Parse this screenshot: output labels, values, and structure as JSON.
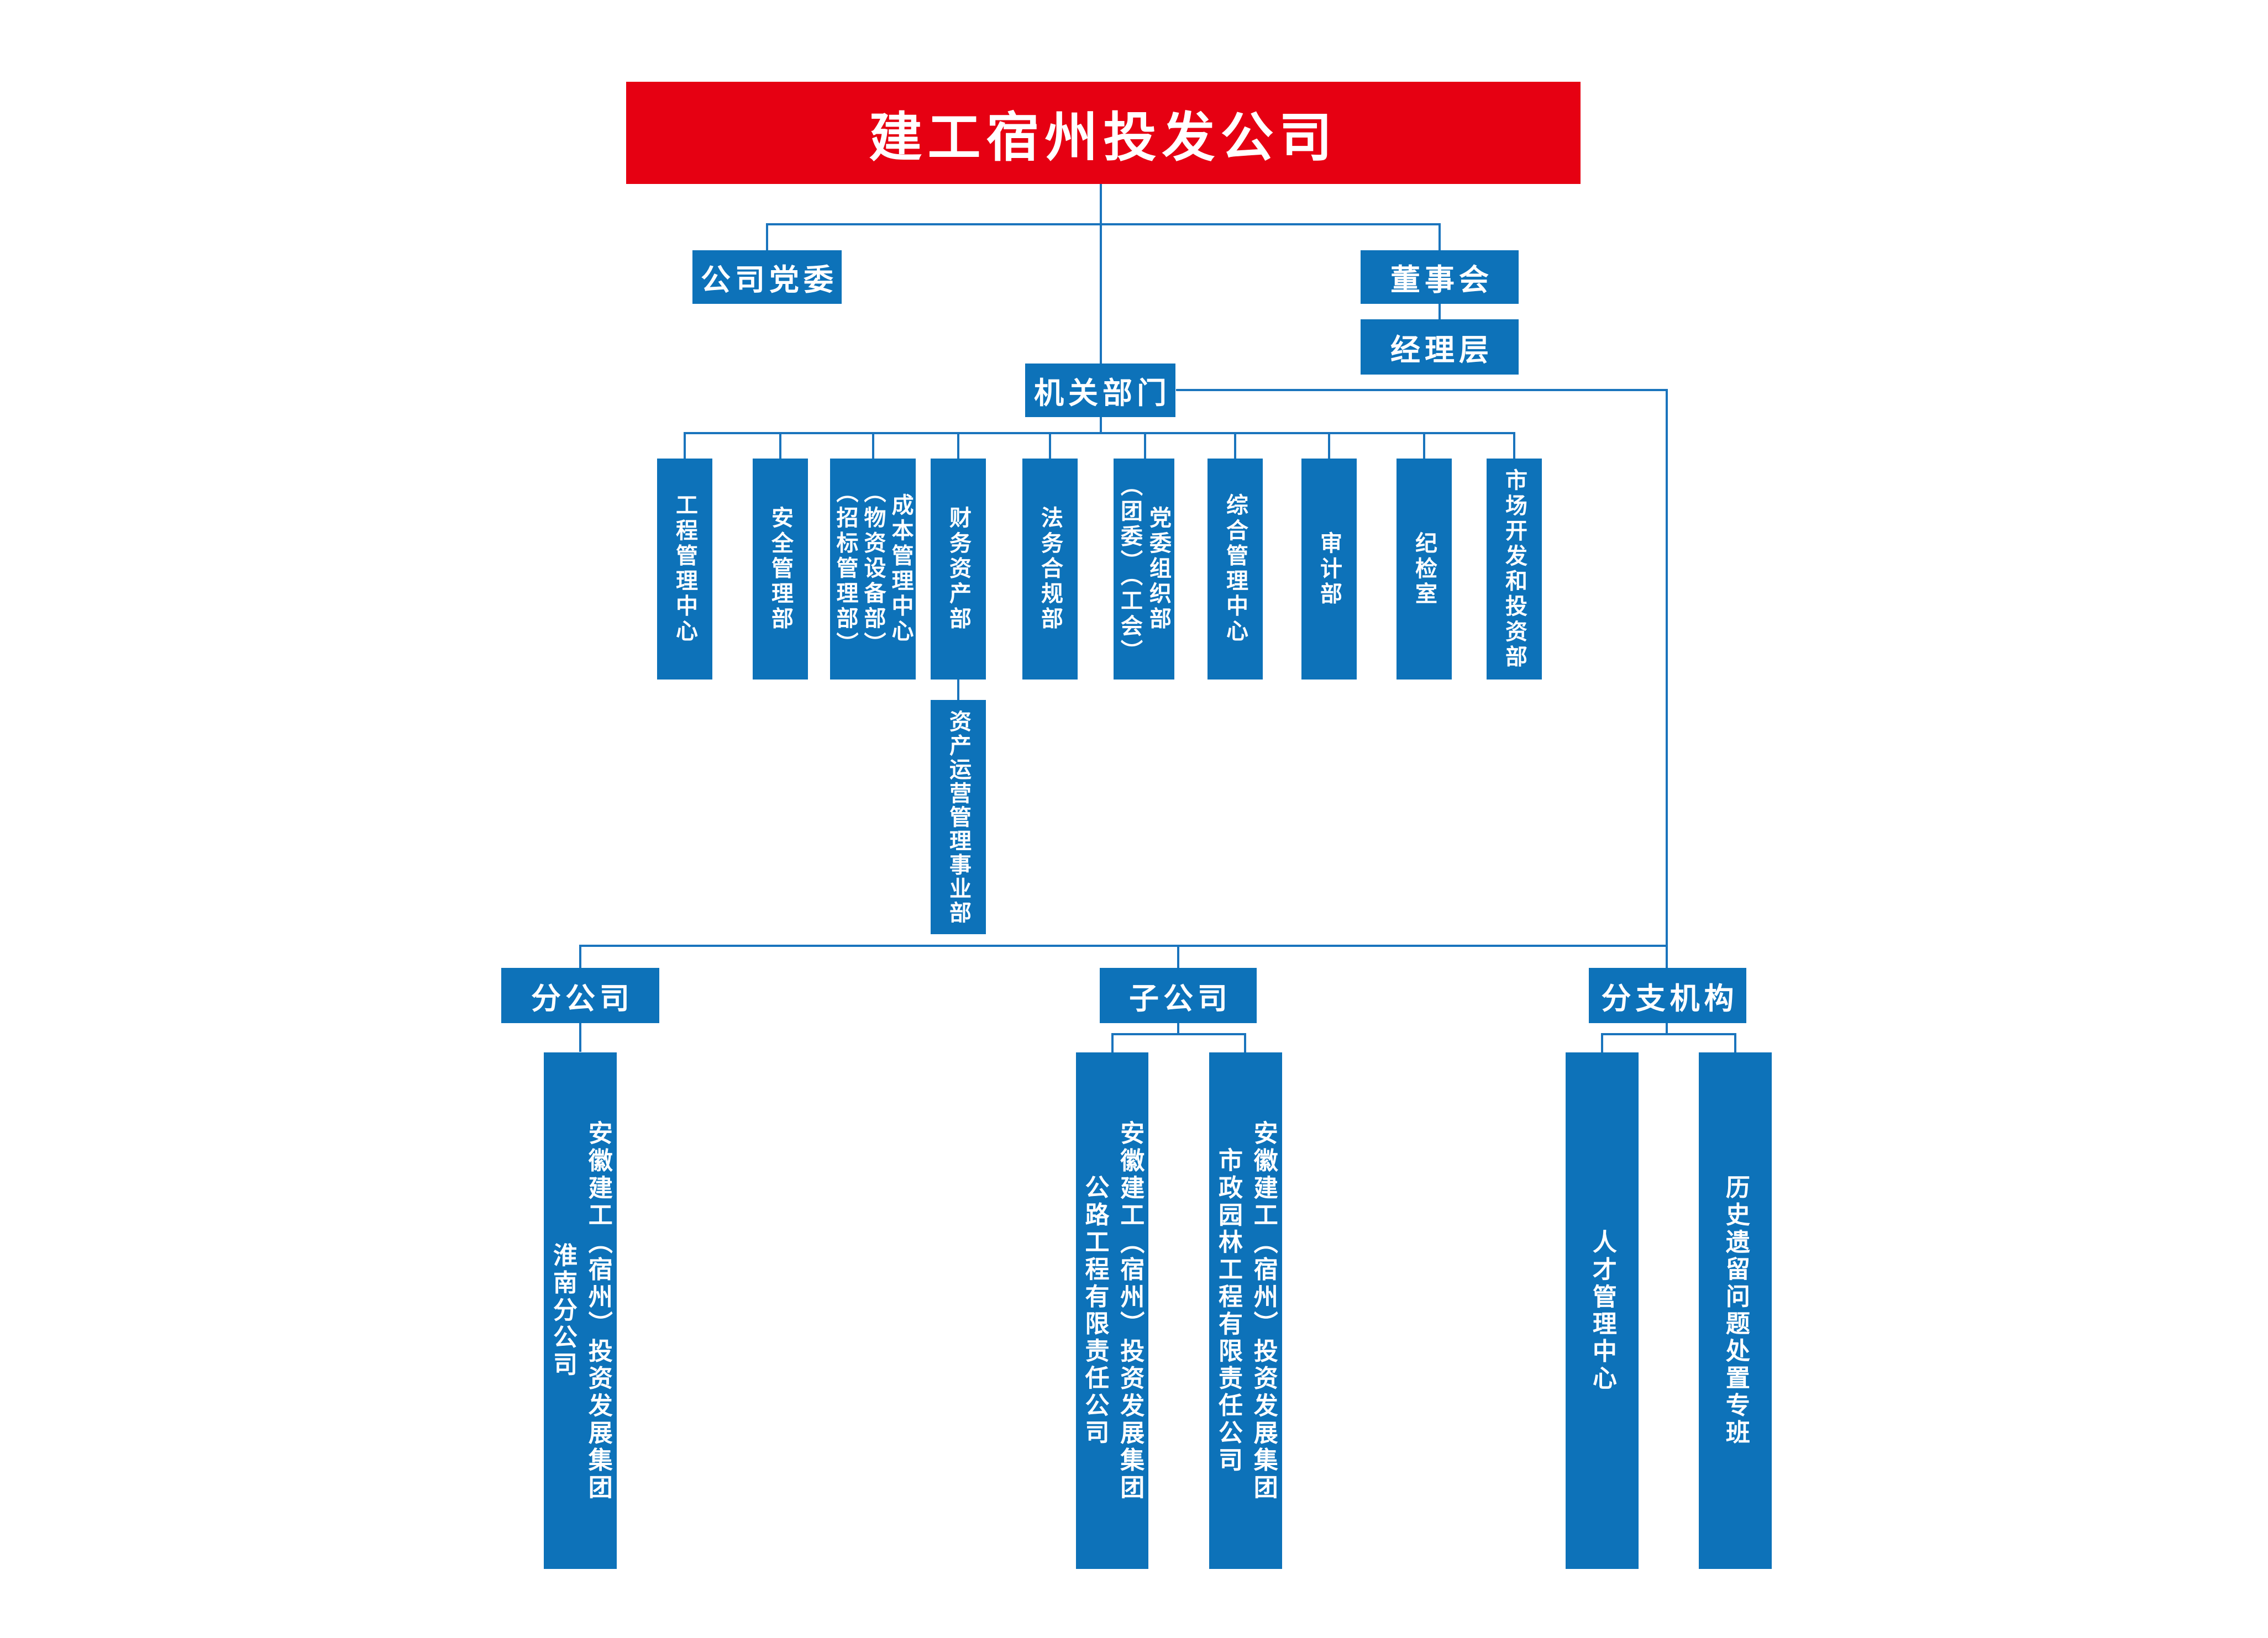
{
  "page": {
    "background": "#ffffff"
  },
  "colors": {
    "node_blue": "#0d72b9",
    "line_blue": "#1a74bd",
    "title_red": "#e60012",
    "text_white": "#ffffff"
  },
  "title": {
    "label": "建工宿州投发公司"
  },
  "level1": {
    "party": "公司党委",
    "board": "董事会",
    "managers": "经理层"
  },
  "organ": {
    "label": "机关部门"
  },
  "departments": [
    {
      "label": "工程管理中心"
    },
    {
      "label": "安全管理部"
    },
    {
      "label": "成本管理中心\n（物资设备部）\n（招标管理部）"
    },
    {
      "label": "财务资产部"
    },
    {
      "label": "法务合规部"
    },
    {
      "label": "党委组织部\n（团委）（工会）"
    },
    {
      "label": "综合管理中心"
    },
    {
      "label": "审计部"
    },
    {
      "label": "纪检室"
    },
    {
      "label": "市场开发和投资部"
    }
  ],
  "asset_operation": {
    "label": "资产运营管理事业部"
  },
  "level3": {
    "branch_company": "分公司",
    "subsidiary": "子公司",
    "branch_org": "分支机构"
  },
  "companies": {
    "huainan": "安徽建工（宿州）投资发展集团\n淮南分公司",
    "highway": "安徽建工（宿州）投资发展集团\n公路工程有限责任公司",
    "municipal": "安徽建工（宿州）投资发展集团\n市政园林工程有限责任公司",
    "talent": "人才管理中心",
    "legacy": "历史遗留问题处置专班"
  }
}
